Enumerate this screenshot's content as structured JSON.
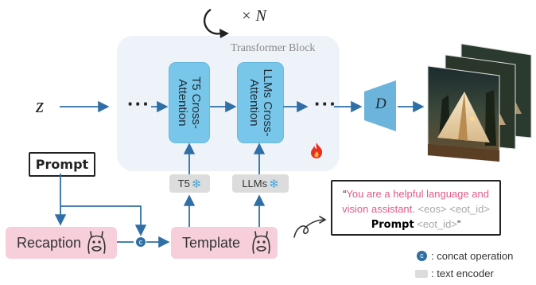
{
  "loop": {
    "label": "× N"
  },
  "transformer": {
    "title": "Transformer Block"
  },
  "attention": {
    "t5_label": "T5 Cross-Attention",
    "llm_label": "LLMs Cross-Attention"
  },
  "encoders": {
    "t5": "T5",
    "llm": "LLMs"
  },
  "inputs": {
    "z": "z",
    "prompt": "Prompt",
    "dots_left": "···",
    "dots_right": "···"
  },
  "decoder": {
    "label": "D"
  },
  "boxes": {
    "recaption": "Recaption",
    "template": "Template"
  },
  "quote": {
    "open": "“",
    "pink_text": "You are a helpful language and vision assistant.",
    "eos": "<eos>",
    "eot_id_1": "<eot_id>",
    "prompt": "Prompt",
    "eot_id_2": "<eot_id>",
    "close": "”"
  },
  "legend": {
    "concat_symbol": "c",
    "concat": ": concat operation",
    "encoder": ": text encoder"
  },
  "icons": {
    "loop": "circular-arrow-icon",
    "fire": "fire-icon",
    "snowflake": "snowflake-icon",
    "llama": "llama-icon",
    "squiggle": "squiggle-arrow-icon"
  },
  "colors": {
    "arrow": "#2f6fa5",
    "attention": "#78c7ea",
    "block_bg": "#eef3fa",
    "pink": "#f6cfdb",
    "fire": "#e8321f",
    "snowflake": "#4aa6d8",
    "decoder": "#6cb4dc"
  }
}
